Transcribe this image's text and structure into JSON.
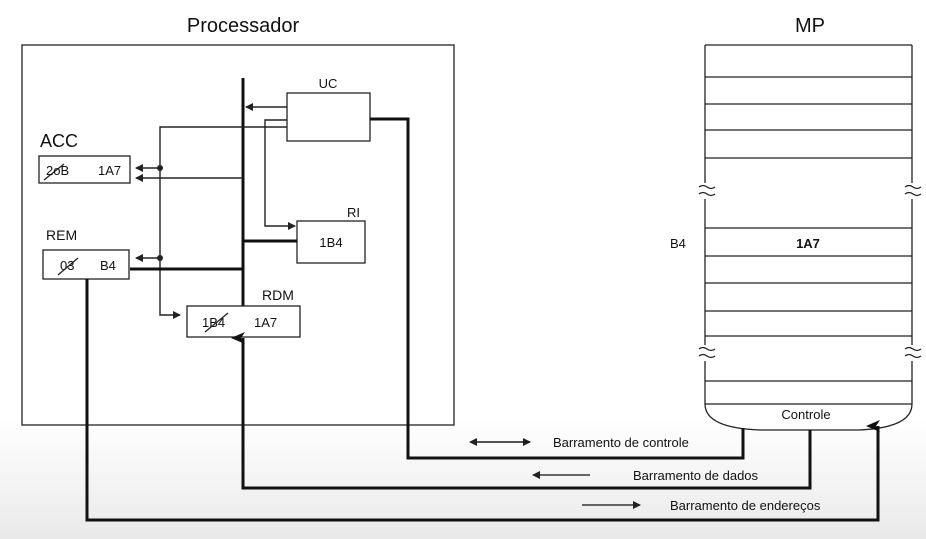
{
  "processor": {
    "title": "Processador",
    "acc": {
      "label": "ACC",
      "old_value": "2oB",
      "value": "1A7"
    },
    "rem": {
      "label": "REM",
      "old_value": "03",
      "value": "B4"
    },
    "uc": {
      "label": "UC"
    },
    "ri": {
      "label": "RI",
      "value": "1B4"
    },
    "rdm": {
      "label": "RDM",
      "old_value": "1B4",
      "value": "1A7"
    }
  },
  "memory": {
    "title": "MP",
    "address_label": "B4",
    "cell_value": "1A7",
    "control_label": "Controle"
  },
  "buses": {
    "control": "Barramento de controle",
    "data": "Barramento de dados",
    "address": "Barramento de endereços"
  }
}
